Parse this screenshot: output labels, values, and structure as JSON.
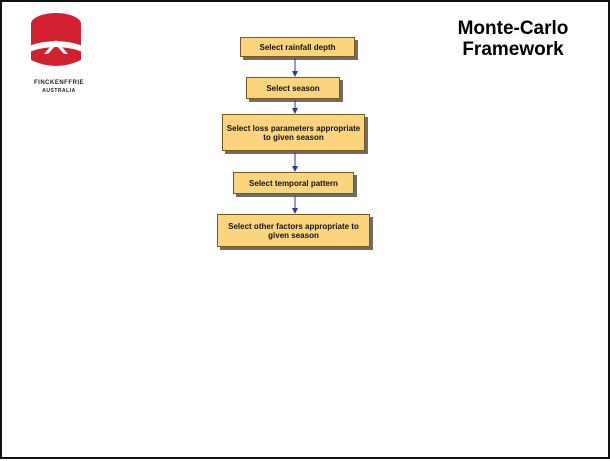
{
  "slide": {
    "title_lines": [
      "Monte-Carlo",
      "Framework"
    ]
  },
  "logo": {
    "name": "FINCKENFFRIE",
    "sub": "AUSTRALIA",
    "colors": {
      "primary": "#d2202f",
      "accent": "#ffffff"
    }
  },
  "flowchart": {
    "steps": [
      {
        "label": "Select rainfall depth"
      },
      {
        "label": "Select season"
      },
      {
        "label": "Select loss parameters appropriate to given season"
      },
      {
        "label": "Select temporal pattern"
      },
      {
        "label": "Select other factors appropriate to given season"
      }
    ],
    "colors": {
      "box_fill": "#fbd57e",
      "box_border": "#7a5a16",
      "shadow": "#6d6d6d",
      "connector": "#2b3aa3"
    }
  }
}
